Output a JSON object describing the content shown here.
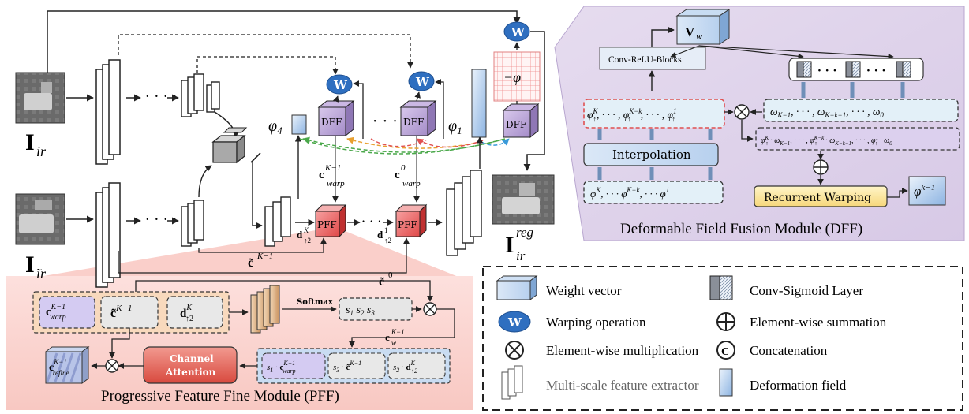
{
  "labels": {
    "dff": "DFF",
    "pff": "PFF"
  },
  "dff_module": {
    "title": "Deformable Field Fusion Module (DFF)",
    "conv_relu": "Conv-ReLU-Blocks",
    "interpolation": "Interpolation",
    "recurrent_warping": "Recurrent Warping"
  },
  "pff_module": {
    "title": "Progressive Feature Fine Module (PFF)",
    "softmax": "Softmax",
    "channel": "Channel",
    "attention": "Attention"
  },
  "legend": {
    "weight_vector": "Weight vector",
    "conv_sigmoid": "Conv-Sigmoid Layer",
    "warping": "Warping operation",
    "sum": "Element-wise summation",
    "mult": "Element-wise multiplication",
    "concat": "Concatenation",
    "extractor": "Multi-scale feature extractor",
    "field": "Deformation field"
  }
}
